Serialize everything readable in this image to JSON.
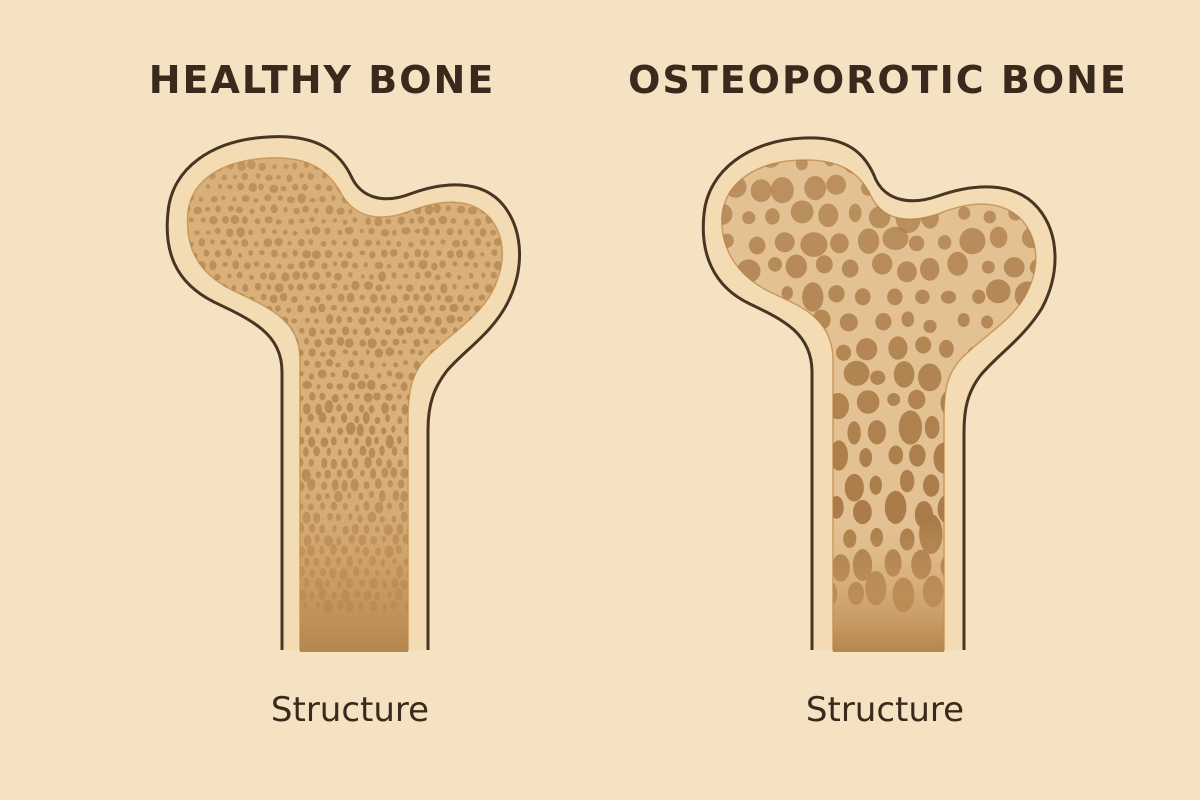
{
  "panels": [
    {
      "title": "HEALTHY BONE",
      "caption": "Structure",
      "condition": "healthy"
    },
    {
      "title": "OSTEOPOROTIC BONE",
      "caption": "Structure",
      "condition": "osteoporotic"
    }
  ],
  "colors": {
    "background": "#f5e2c3",
    "outline": "#4a3424",
    "cortex": "#f3dcb3",
    "trabecular": "#d9b07a",
    "pore": "#a87a47",
    "shaft_dark": "#b98a52",
    "text": "#3a2a1e"
  }
}
